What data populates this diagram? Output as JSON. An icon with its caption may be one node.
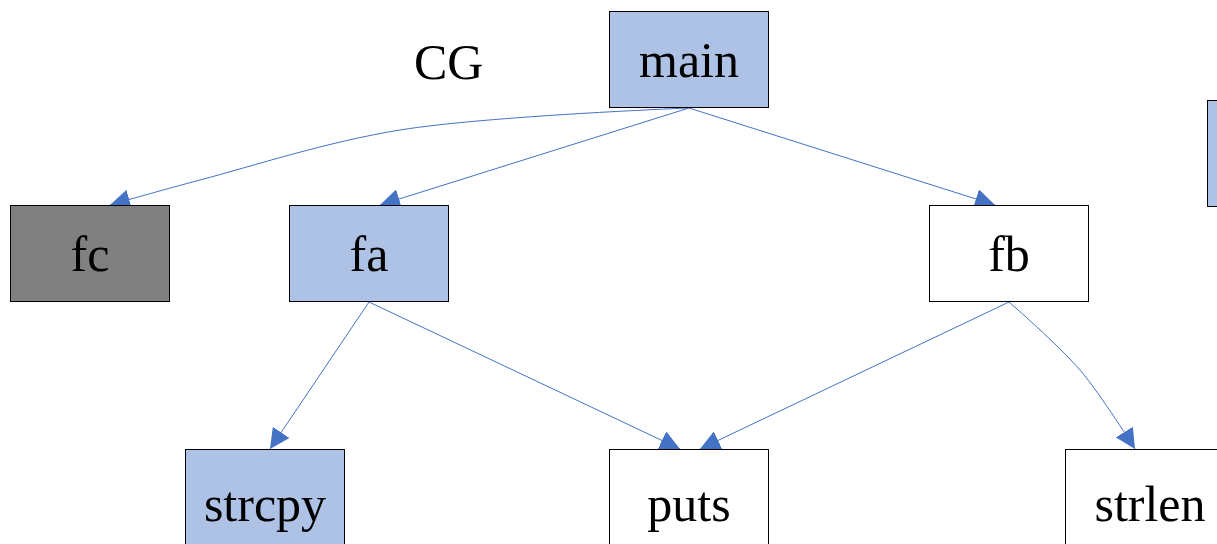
{
  "diagram": {
    "nodes": [
      {
        "text": [
          "main"
        ]
      },
      {
        "text": [
          "fc"
        ]
      },
      {
        "text": [
          "fa"
        ]
      },
      {
        "text": [
          "fb"
        ]
      },
      {
        "text": [],
        "shape": "box"
      },
      {
        "text": [
          "strcpy"
        ]
      },
      {
        "text": [
          "puts"
        ]
      },
      {
        "text": [
          "strlen"
        ]
      }
    ],
    "edges": [
      {
        "from": 0,
        "to": 1,
        "arrow": "to"
      },
      {
        "from": 0,
        "to": 2,
        "arrow": "to"
      },
      {
        "from": 0,
        "to": 3,
        "arrow": "to"
      },
      {
        "from": 2,
        "to": 5,
        "arrow": "to"
      },
      {
        "from": 2,
        "to": 6,
        "arrow": "to"
      },
      {
        "from": 3,
        "to": 6,
        "arrow": "to"
      },
      {
        "from": 3,
        "to": 7,
        "arrow": "to"
      }
    ],
    "labels": [
      "CG"
    ]
  }
}
